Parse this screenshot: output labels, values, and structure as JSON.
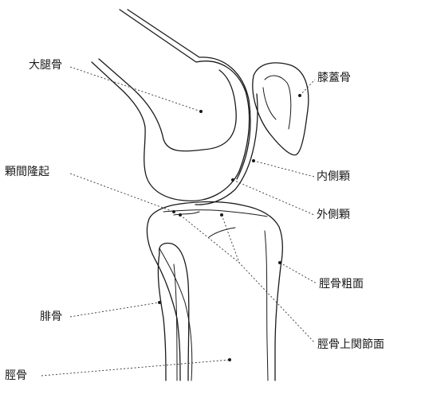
{
  "labels": {
    "femur": "大腿骨",
    "patella": "膝蓋骨",
    "intercondylar_eminence": "顆間隆起",
    "medial_condyle": "内側顆",
    "lateral_condyle": "外側顆",
    "tibial_tuberosity": "脛骨粗面",
    "fibula": "腓骨",
    "tibial_articular_surface": "脛骨上関節面",
    "tibia": "脛骨"
  },
  "colors": {
    "line": "#1a1a1a",
    "background": "#ffffff"
  }
}
